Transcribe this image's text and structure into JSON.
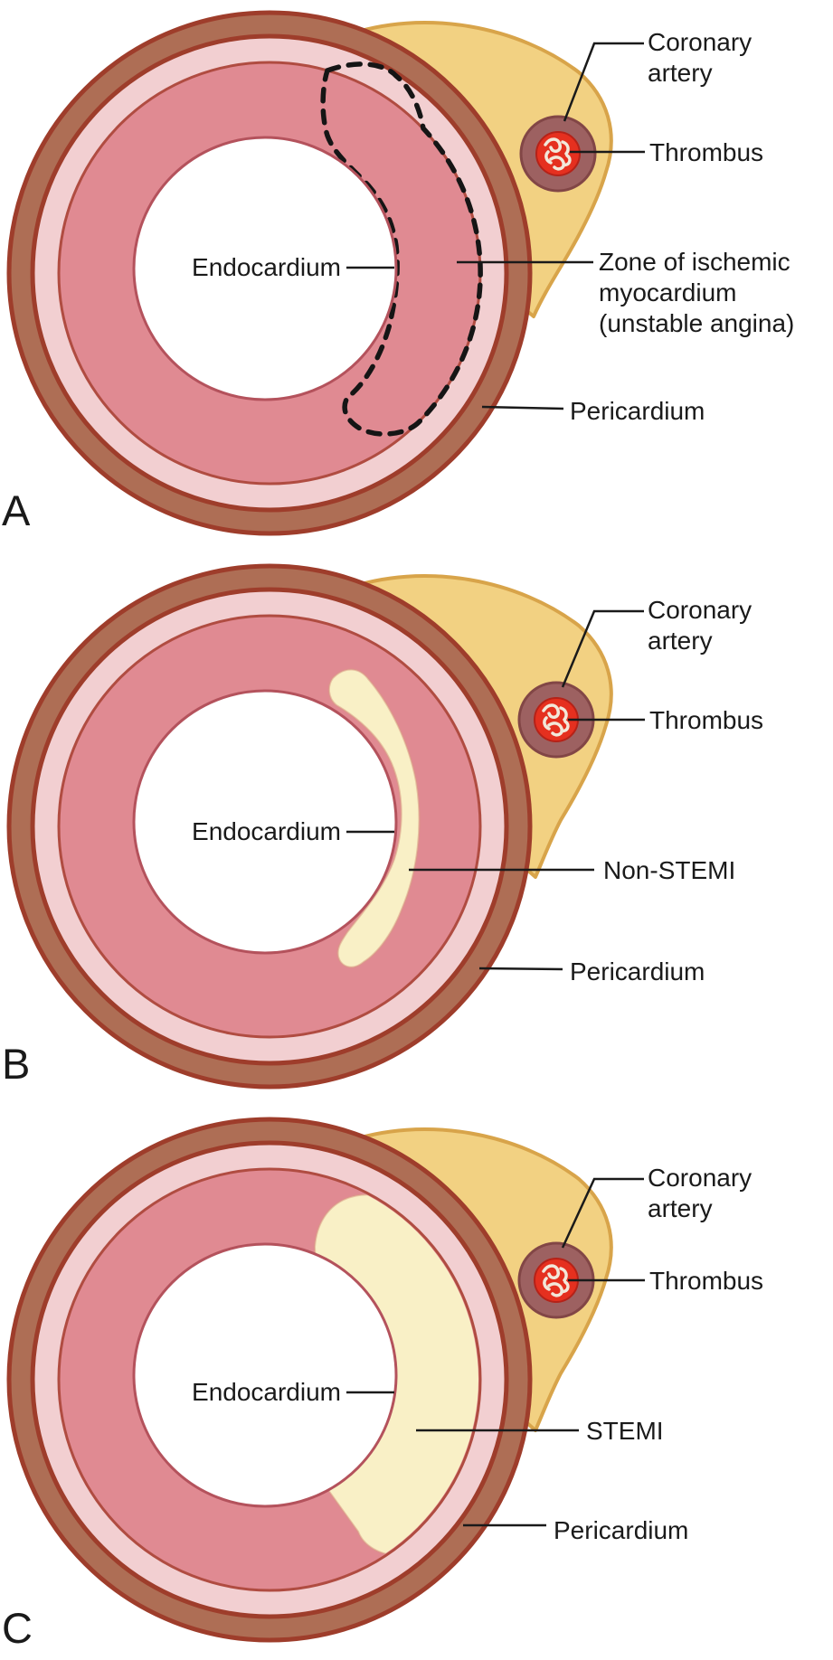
{
  "figure": {
    "description": "Three cross-sections of the left ventricle showing progression of acute coronary syndromes",
    "colors": {
      "myocardium": "#e08a92",
      "epicardial_band": "#f2cfd1",
      "pericardium_band": "#ae6e55",
      "dark_outline": "#9e3d2b",
      "fat_pad": "#f2d182",
      "fat_pad_edge": "#d8a44a",
      "artery_wall": "#9d6161",
      "thrombus_red": "#e5301f",
      "infarct_cream": "#f9f0c6",
      "lumen": "#ffffff",
      "text": "#1a1a1a"
    },
    "panels": [
      {
        "letter": "A",
        "coronary_artery_line1": "Coronary",
        "coronary_artery_line2": "artery",
        "thrombus_label": "Thrombus",
        "endocardium_label": "Endocardium",
        "zone_line1": "Zone of ischemic",
        "zone_line2": "myocardium",
        "zone_line3": "(unstable angina)",
        "pericardium_label": "Pericardium"
      },
      {
        "letter": "B",
        "coronary_artery_line1": "Coronary",
        "coronary_artery_line2": "artery",
        "thrombus_label": "Thrombus",
        "endocardium_label": "Endocardium",
        "zone_line1": "Non-STEMI",
        "pericardium_label": "Pericardium"
      },
      {
        "letter": "C",
        "coronary_artery_line1": "Coronary",
        "coronary_artery_line2": "artery",
        "thrombus_label": "Thrombus",
        "endocardium_label": "Endocardium",
        "zone_line1": "STEMI",
        "pericardium_label": "Pericardium"
      }
    ]
  }
}
